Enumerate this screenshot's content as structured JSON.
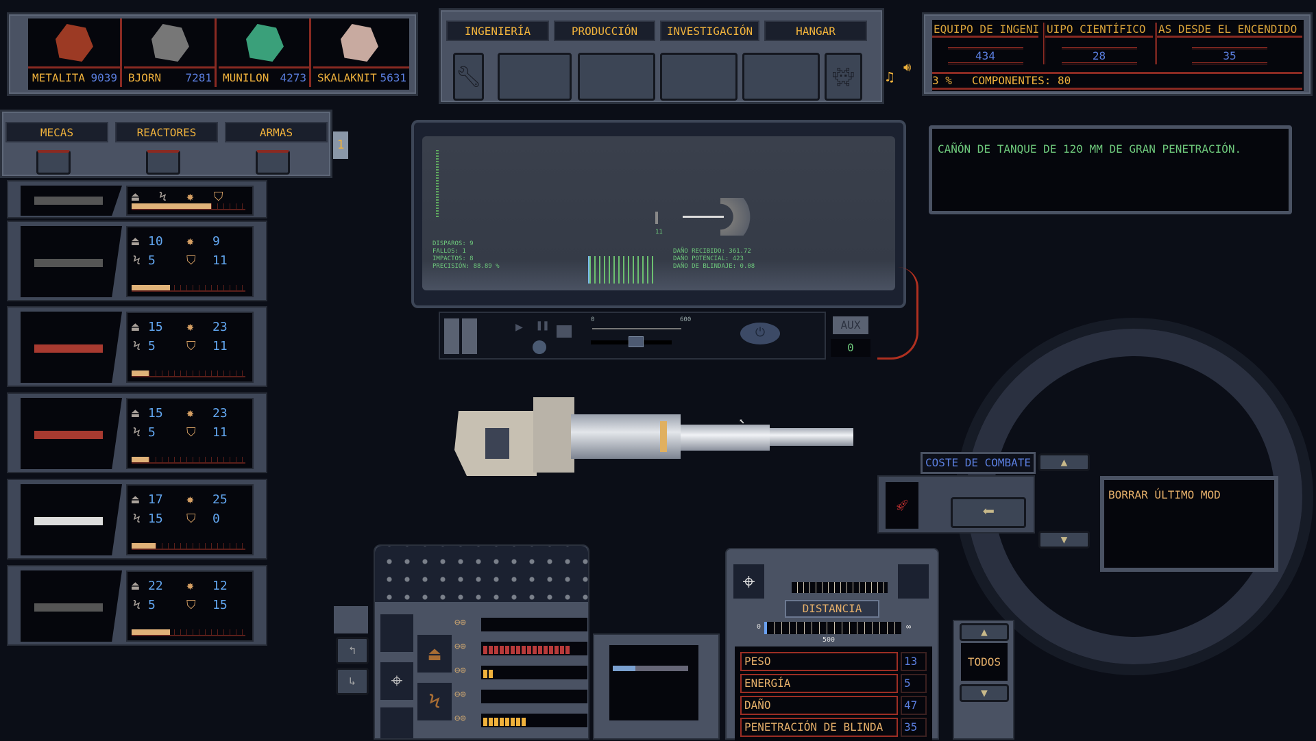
{
  "resources": [
    {
      "label": "METALITA",
      "value": "9039"
    },
    {
      "label": "BJORN",
      "value": "7281"
    },
    {
      "label": "MUNILON",
      "value": "4273"
    },
    {
      "label": "SKALAKNIT",
      "value": "5631"
    }
  ],
  "top_tabs": [
    "INGENIERÍA",
    "PRODUCCIÓN",
    "INVESTIGACIÓN",
    "HANGAR"
  ],
  "stats": {
    "cols": [
      {
        "title": "EQUIPO DE INGENI",
        "value": "434"
      },
      {
        "title": "UIPO CIENTÍFICO",
        "value": "28"
      },
      {
        "title": "AS DESDE EL ENCENDIDO",
        "value": "35"
      }
    ],
    "percent": "3 %",
    "components": "COMPONENTES: 80"
  },
  "category_tabs": [
    "MECAS",
    "REACTORES",
    "ARMAS"
  ],
  "page_indicator": "1",
  "weapons": [
    {
      "weight": "",
      "energy": "",
      "damage": "",
      "penetration": "",
      "bar": 0.7
    },
    {
      "weight": "10",
      "energy": "5",
      "damage": "9",
      "penetration": "11",
      "bar": 0.34
    },
    {
      "weight": "15",
      "energy": "5",
      "damage": "23",
      "penetration": "11",
      "bar": 0.15
    },
    {
      "weight": "15",
      "energy": "5",
      "damage": "23",
      "penetration": "11",
      "bar": 0.15
    },
    {
      "weight": "17",
      "energy": "15",
      "damage": "25",
      "penetration": "0",
      "bar": 0.21
    },
    {
      "weight": "22",
      "energy": "5",
      "damage": "12",
      "penetration": "15",
      "bar": 0.34
    }
  ],
  "sim": {
    "left": [
      "DISPAROS: 9",
      "FALLOS: 1",
      "IMPACTOS: 8",
      "PRECISIÓN: 88.89 %"
    ],
    "right": [
      "DAÑO RECIBIDO: 361.72",
      "DAÑO POTENCIAL: 423",
      "DAÑO DE BLINDAJE: 0.08"
    ],
    "target_label": "11",
    "range_min": "0",
    "range_max": "600",
    "aux": "AUX",
    "aux_value": "0"
  },
  "description": "CAÑÓN DE TANQUE DE 120 MM DE GRAN PENETRACIÓN.",
  "combat_cost": "COSTE DE COMBATE",
  "delete_mod": "BORRAR ÚLTIMO MOD",
  "distance": {
    "label": "DISTANCIA",
    "min": "0",
    "max": "∞",
    "value": "500"
  },
  "weapon_stats": [
    {
      "label": "PESO",
      "value": "13"
    },
    {
      "label": "ENERGÍA",
      "value": "5"
    },
    {
      "label": "DAÑO",
      "value": "47"
    },
    {
      "label": "PENETRACIÓN DE BLINDA",
      "value": "35"
    }
  ],
  "filter": "TODOS",
  "mod_bars": [
    0,
    16,
    2,
    0,
    8
  ]
}
